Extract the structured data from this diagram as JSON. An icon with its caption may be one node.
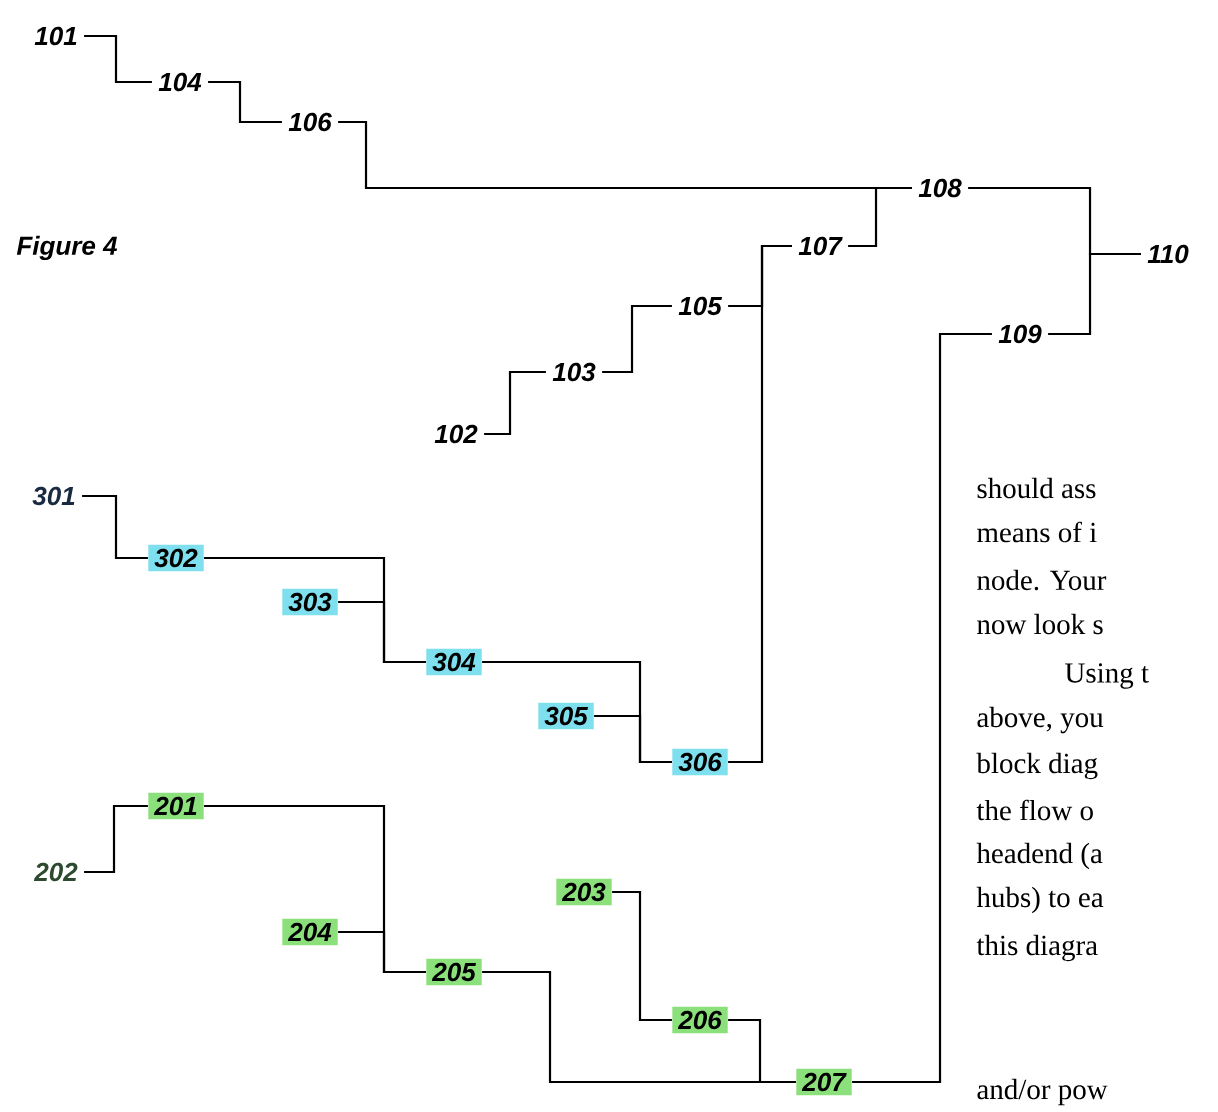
{
  "diagram": {
    "nodes": [
      {
        "text": [
          "101"
        ]
      },
      {
        "text": [
          "104"
        ]
      },
      {
        "text": [
          "106"
        ]
      },
      {
        "text": [
          "108"
        ]
      },
      {
        "text": [
          "107"
        ]
      },
      {
        "text": [
          "110"
        ]
      },
      {
        "text": [
          "105"
        ]
      },
      {
        "text": [
          "109"
        ]
      },
      {
        "text": [
          "103"
        ]
      },
      {
        "text": [
          "102"
        ]
      },
      {
        "text": [
          "301"
        ]
      },
      {
        "text": [
          "302"
        ]
      },
      {
        "text": [
          "303"
        ]
      },
      {
        "text": [
          "304"
        ]
      },
      {
        "text": [
          "305"
        ]
      },
      {
        "text": [
          "306"
        ]
      },
      {
        "text": [
          "201"
        ]
      },
      {
        "text": [
          "202"
        ]
      },
      {
        "text": [
          "203"
        ]
      },
      {
        "text": [
          "204"
        ]
      },
      {
        "text": [
          "205"
        ]
      },
      {
        "text": [
          "206"
        ]
      },
      {
        "text": [
          "207"
        ]
      }
    ],
    "edges": [
      {
        "from": 0,
        "to": 1,
        "arrow": "none"
      },
      {
        "from": 1,
        "to": 2,
        "arrow": "none"
      },
      {
        "from": 2,
        "to": 3,
        "arrow": "none"
      },
      {
        "from": 4,
        "to": 3,
        "arrow": "none"
      },
      {
        "from": 3,
        "to": 5,
        "arrow": "none"
      },
      {
        "from": 7,
        "to": 5,
        "arrow": "none"
      },
      {
        "from": 6,
        "to": 4,
        "arrow": "none"
      },
      {
        "from": 15,
        "to": 4,
        "arrow": "none"
      },
      {
        "from": 9,
        "to": 8,
        "arrow": "none"
      },
      {
        "from": 8,
        "to": 6,
        "arrow": "none"
      },
      {
        "from": 22,
        "to": 7,
        "arrow": "none"
      },
      {
        "from": 10,
        "to": 11,
        "arrow": "none"
      },
      {
        "from": 11,
        "to": 13,
        "arrow": "none"
      },
      {
        "from": 12,
        "to": 13,
        "arrow": "none"
      },
      {
        "from": 13,
        "to": 15,
        "arrow": "none"
      },
      {
        "from": 14,
        "to": 15,
        "arrow": "none"
      },
      {
        "from": 17,
        "to": 16,
        "arrow": "none"
      },
      {
        "from": 16,
        "to": 20,
        "arrow": "none"
      },
      {
        "from": 19,
        "to": 20,
        "arrow": "none"
      },
      {
        "from": 20,
        "to": 22,
        "arrow": "none"
      },
      {
        "from": 18,
        "to": 21,
        "arrow": "none"
      },
      {
        "from": 21,
        "to": 22,
        "arrow": "none"
      }
    ],
    "labels": [
      "Figure 4",
      "should ass",
      "means of i",
      "node. Your",
      "now look s",
      "Using t",
      "above, you",
      "block diag",
      "the flow o",
      "headend (a",
      "hubs) to ea",
      "this diagra",
      "and/or pow"
    ]
  }
}
